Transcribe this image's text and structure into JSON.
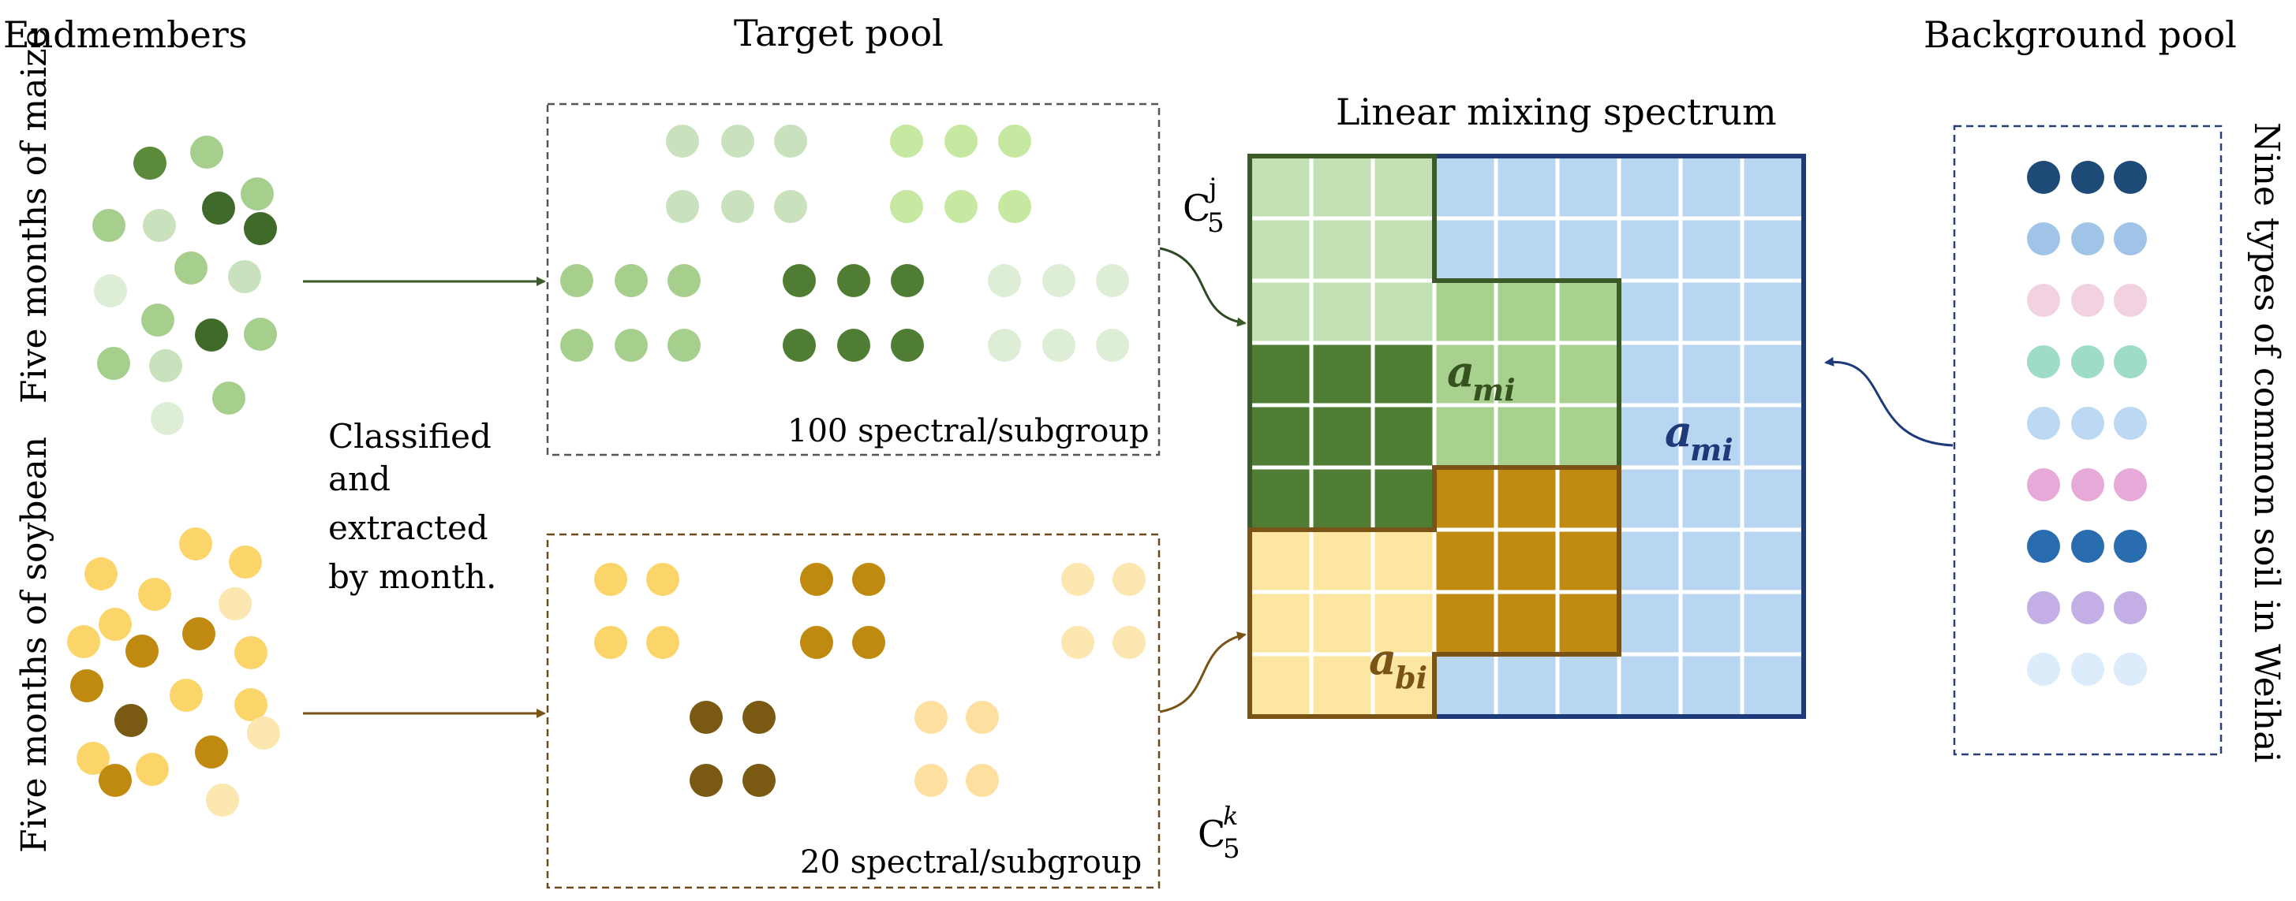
{
  "labels": {
    "endmembers": "Endmembers",
    "target_pool": "Target pool",
    "linear_mixing": "Linear mixing spectrum",
    "background_pool": "Background pool",
    "maize_months": "Five months of maize",
    "soybean_months": "Five months of soybean",
    "classified_lines": [
      "Classified",
      "and",
      "extracted",
      "by month."
    ],
    "maize_subgroup": "100 spectral/subgroup",
    "soybean_subgroup": "20 spectral/subgroup",
    "soil_types": "Nine types of common soil in Weihai",
    "c5j_base": "C",
    "c5j_sub": "5",
    "c5j_sup": "j",
    "c5k_base": "C",
    "c5k_sub": "5",
    "c5k_sup": "k",
    "a_mi_green": "a",
    "a_mi_green_sub": "mi",
    "a_mi_blue": "a",
    "a_mi_blue_sub": "mi",
    "a_bi": "a",
    "a_bi_sub": "bi"
  },
  "colors": {
    "maize_dark": "#3f6a2a",
    "maize_mid": "#5a8a3a",
    "maize_light": "#a6cf8e",
    "maize_pale": "#c9e2bd",
    "maize_lime": "#c7e8a0",
    "soy_dark": "#7a5a12",
    "soy_mid": "#c08a10",
    "soy_yellow": "#fcd56a",
    "soy_pale": "#fde7b0",
    "blue_cell": "#b8d6f2",
    "blue_border": "#1f3a78",
    "green_border": "#3a5a28",
    "brown_border": "#7a5416",
    "soil": [
      "#1e4a78",
      "#a0c4e8",
      "#f2d2e0",
      "#9edcc6",
      "#bcd8f2",
      "#e7aad8",
      "#2a6cb0",
      "#c4aee6",
      "#dcecfa"
    ]
  }
}
